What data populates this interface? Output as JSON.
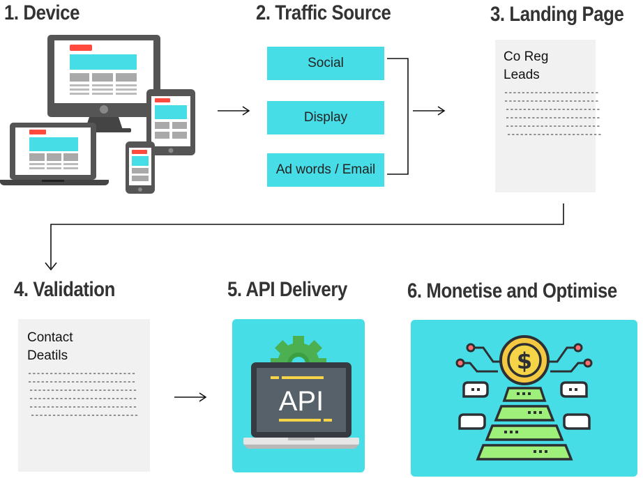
{
  "steps": {
    "device": {
      "title": "1. Device"
    },
    "traffic": {
      "title": "2. Traffic Source",
      "sources": [
        "Social",
        "Display",
        "Ad words / Email"
      ]
    },
    "landing": {
      "title": "3. Landing Page",
      "line1": "Co Reg",
      "line2": "Leads"
    },
    "validation": {
      "title": "4. Validation",
      "line1": "Contact",
      "line2": "Deatils"
    },
    "api": {
      "title": "5. API Delivery",
      "screen_text": "API"
    },
    "monetise": {
      "title": "6. Monetise and Optimise"
    }
  },
  "icons": [
    "responsive-devices-icon",
    "paper-document-icon",
    "api-laptop-icon",
    "money-pyramid-icon"
  ],
  "colors": {
    "accent": "#47dde6",
    "paper": "#f1f1f1",
    "device_gray": "#555555",
    "highlight": "#ff4a3d"
  }
}
